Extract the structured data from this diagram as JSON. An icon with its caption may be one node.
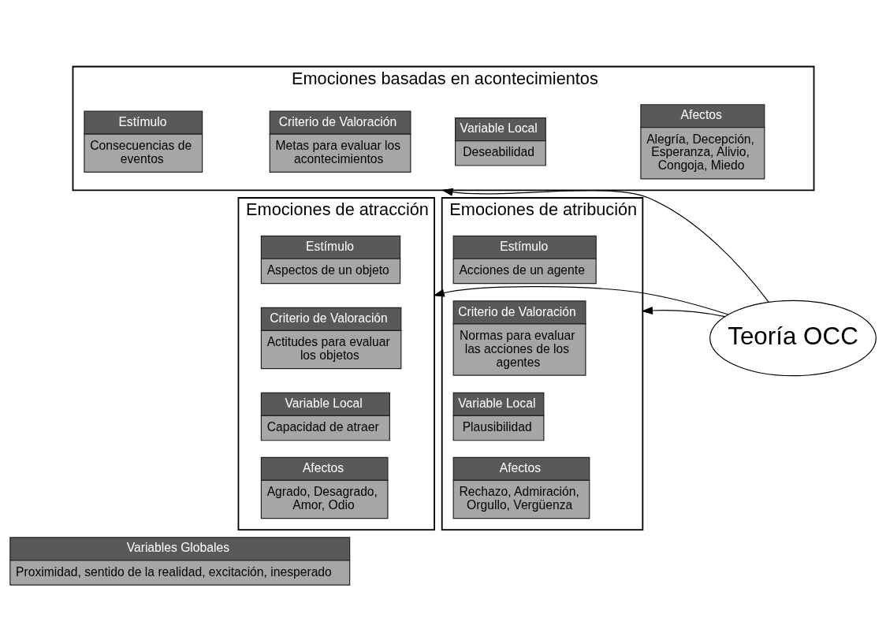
{
  "diagram": {
    "nodes": [
      {
        "text": [
          "Emociones basadas en acontecimientos"
        ]
      },
      {
        "text": [
          "Estímulo",
          "Consecuencias de eventos"
        ],
        "in": 0
      },
      {
        "text": [
          "Criterio de Valoración",
          "Metas para evaluar los acontecimientos"
        ],
        "in": 0
      },
      {
        "text": [
          "Variable Local",
          "Deseabilidad"
        ],
        "in": 0
      },
      {
        "text": [
          "Afectos",
          "Alegría, Decepción, Esperanza, Alivio, Congoja, Miedo"
        ],
        "in": 0
      },
      {
        "text": [
          "Emociones de atracción"
        ]
      },
      {
        "text": [
          "Estímulo",
          "Aspectos de un objeto"
        ],
        "in": 5
      },
      {
        "text": [
          "Criterio de Valoración",
          "Actitudes para evaluar los objetos"
        ],
        "in": 5
      },
      {
        "text": [
          "Variable Local",
          "Capacidad de atraer"
        ],
        "in": 5
      },
      {
        "text": [
          "Afectos",
          "Agrado, Desagrado, Amor, Odio"
        ],
        "in": 5
      },
      {
        "text": [
          "Teoría OCC"
        ]
      },
      {
        "text": [
          "Emociones de atribución"
        ]
      },
      {
        "text": [
          "Estímulo",
          "Acciones de un agente"
        ],
        "in": 11
      },
      {
        "text": [
          "Criterio de Valoración",
          "Normas para evaluar las acciones de los agentes"
        ],
        "in": 11
      },
      {
        "text": [
          "Variable Local",
          "Plausibilidad"
        ],
        "in": 11
      },
      {
        "text": [
          "Afectos",
          "Rechazo, Admiración, Orgullo, Vergüenza"
        ],
        "in": 11
      },
      {
        "text": [
          "Variables Globales",
          "Proximidad, sentido de la realidad, excitación, inesperado"
        ]
      }
    ],
    "edges": [
      {
        "from": 10,
        "to": 0,
        "arrow": "to"
      },
      {
        "from": 10,
        "to": 5,
        "arrow": "to"
      },
      {
        "from": 10,
        "to": 11,
        "arrow": "to"
      }
    ]
  }
}
